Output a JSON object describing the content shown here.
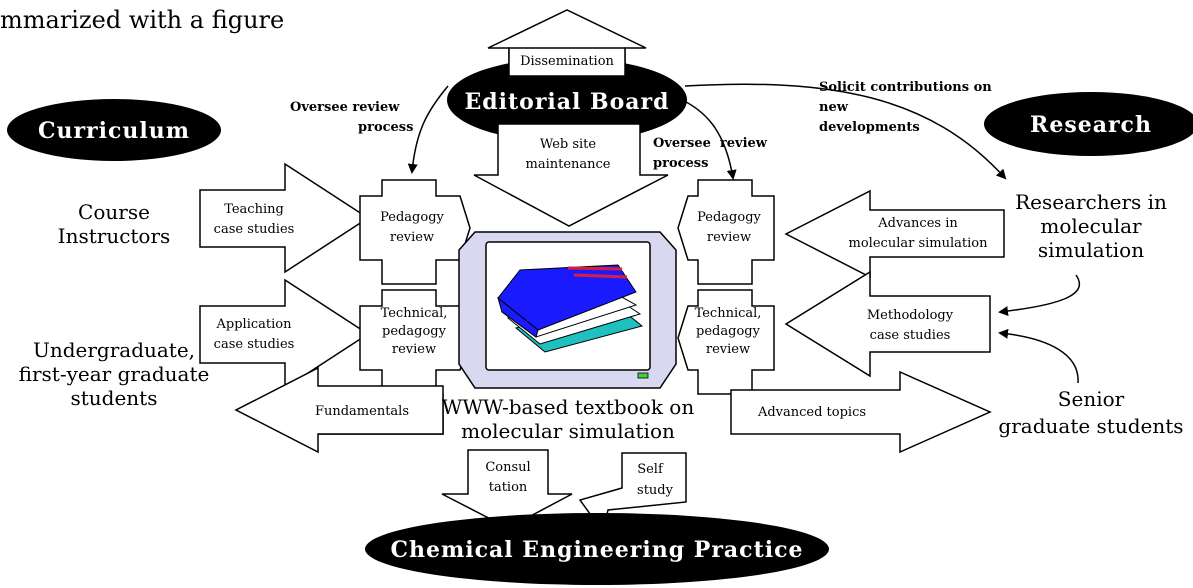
{
  "header_fragment": "mmarized with a figure",
  "ovals": {
    "editorial": "Editorial Board",
    "curriculum": "Curriculum",
    "research": "Research",
    "practice": "Chemical Engineering Practice"
  },
  "arrows": {
    "dissemination": "Dissemination",
    "web_site": [
      "Web site",
      "maintenance"
    ],
    "teaching": [
      "Teaching",
      "case studies"
    ],
    "application": [
      "Application",
      "case studies"
    ],
    "fundamentals": "Fundamentals",
    "advances": [
      "Advances in",
      "molecular simulation"
    ],
    "methodology": [
      "Methodology",
      "case studies"
    ],
    "advanced_topics": "Advanced topics",
    "consultation": [
      "Consul",
      "tation"
    ],
    "self_study": [
      "Self",
      "study"
    ]
  },
  "crosses": {
    "left_top": [
      "Pedagogy",
      "review"
    ],
    "left_bottom": [
      "Technical,",
      "pedagogy",
      "review"
    ],
    "right_top": [
      "Pedagogy",
      "review"
    ],
    "right_bottom": [
      "Technical,",
      "pedagogy",
      "review"
    ]
  },
  "labels": {
    "oversee_left": [
      "Oversee review",
      "process"
    ],
    "oversee_right": [
      "Oversee  review",
      "process"
    ],
    "solicit": [
      "Solicit contributions on",
      "new",
      "developments"
    ],
    "course_instructors": [
      "Course",
      "Instructors"
    ],
    "undergraduate": [
      "Undergraduate,",
      "first-year graduate",
      "students"
    ],
    "researchers": [
      "Researchers in",
      "molecular",
      "simulation"
    ],
    "senior": [
      "Senior",
      "graduate students"
    ],
    "textbook": [
      "WWW-based textbook on",
      "molecular simulation"
    ]
  },
  "colors": {
    "book_cover": "#1a1aff",
    "book_stripe": "#d81e3c",
    "book_base": "#20c0c0",
    "monitor_body": "#d8d8f0",
    "led": "#40d040"
  }
}
